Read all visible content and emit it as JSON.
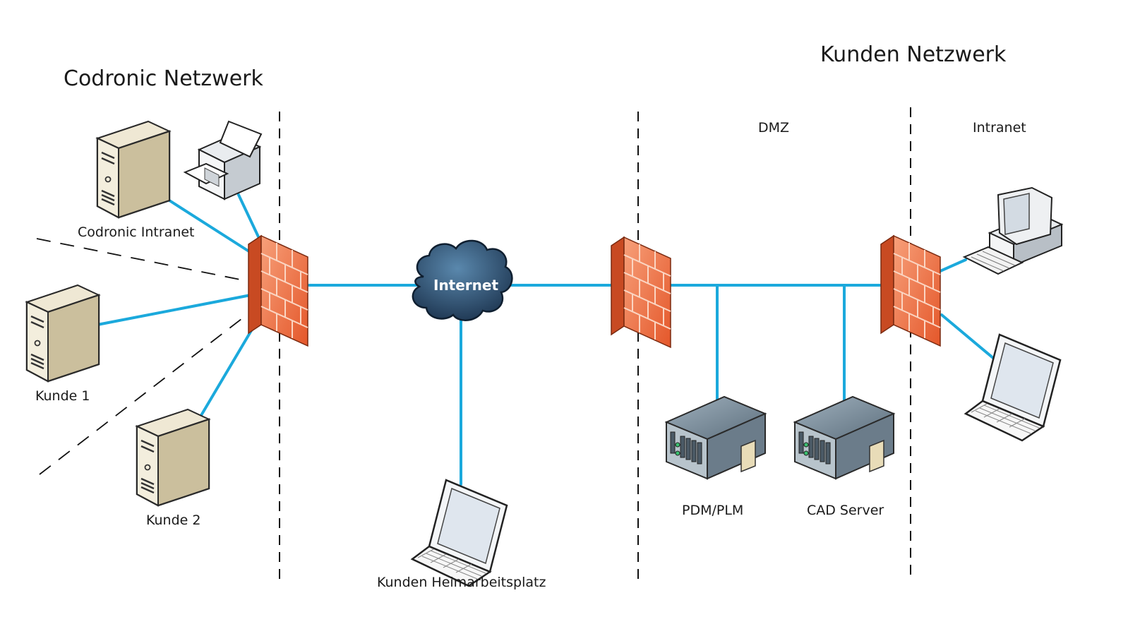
{
  "titles": {
    "codronic": "Codronic Netzwerk",
    "kunden": "Kunden Netzwerk"
  },
  "zones": {
    "dmz": "DMZ",
    "intranet": "Intranet"
  },
  "nodes": {
    "codronic_intranet": "Codronic Intranet",
    "kunde1": "Kunde 1",
    "kunde2": "Kunde 2",
    "internet": "Internet",
    "heimarbeitsplatz": "Kunden Heimarbeitsplatz",
    "pdm_plm": "PDM/PLM",
    "cad_server": "CAD Server"
  },
  "colors": {
    "link": "#1ba9dc",
    "firewall": "#f26b3a",
    "server_beige": "#d9d0b4",
    "rack_grey": "#7a8b99",
    "cloud": "#2d4f6e"
  }
}
